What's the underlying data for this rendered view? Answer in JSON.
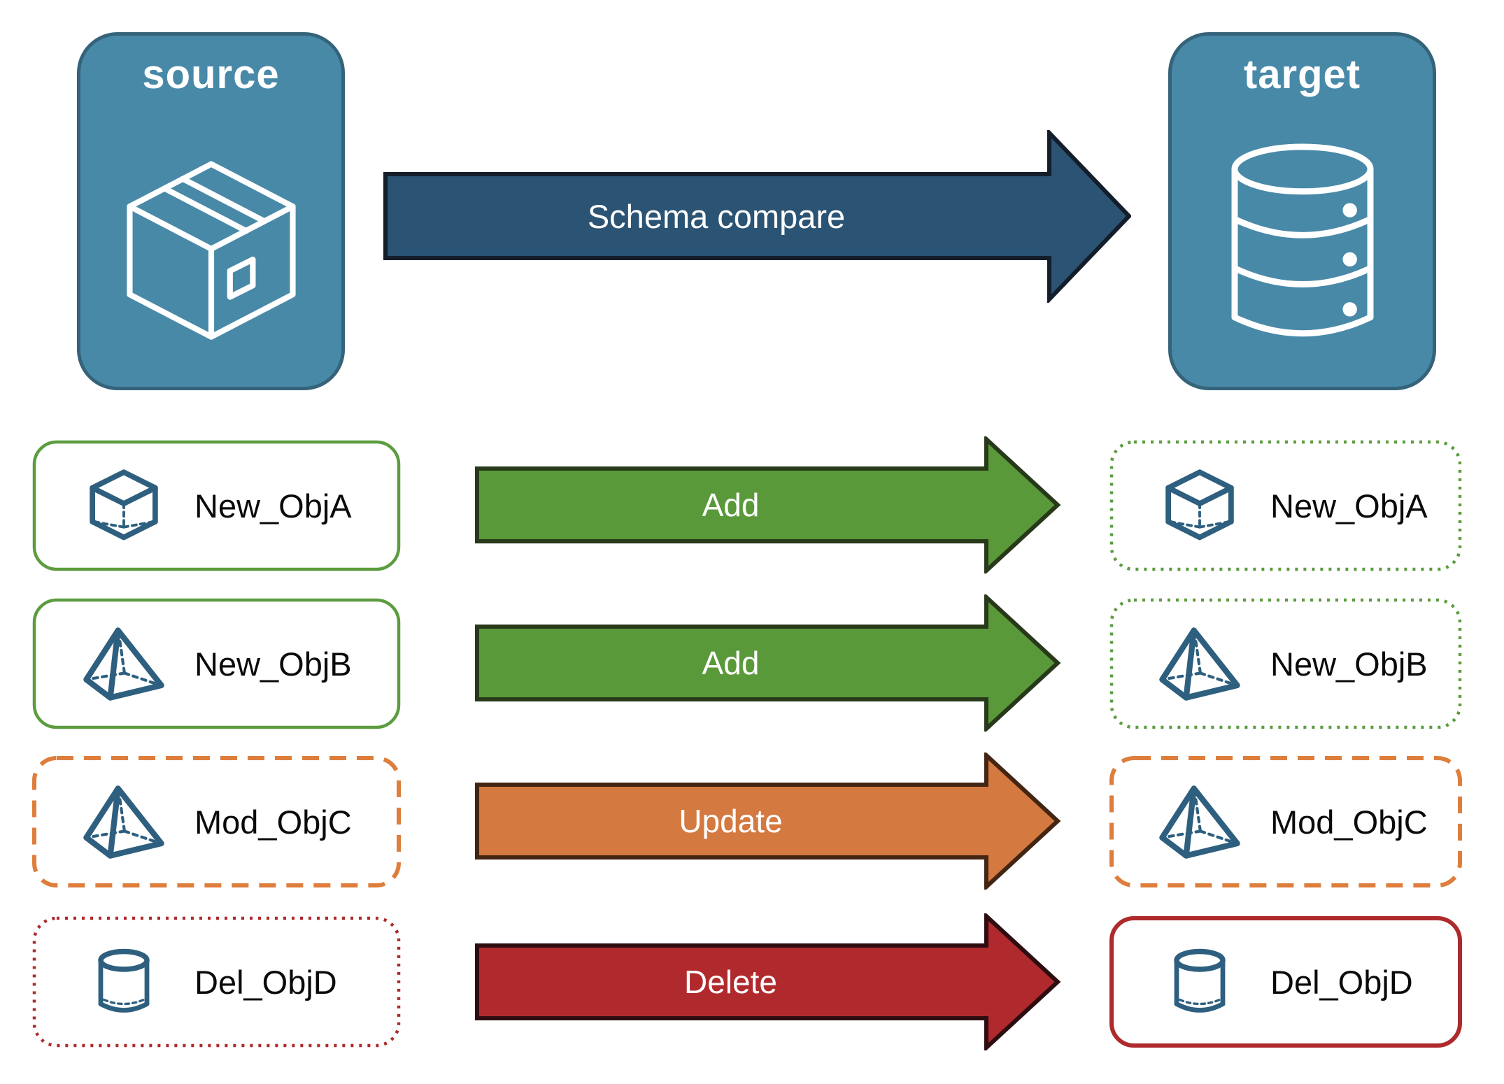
{
  "nodes": {
    "source": {
      "title": "source",
      "icon": "package-icon"
    },
    "target": {
      "title": "target",
      "icon": "database-icon"
    }
  },
  "main_arrow": {
    "label": "Schema compare"
  },
  "rows": [
    {
      "left": {
        "label": "New_ObjA",
        "icon": "cube-icon",
        "border_style": "solid-green"
      },
      "arrow": {
        "label": "Add",
        "action": "add"
      },
      "right": {
        "label": "New_ObjA",
        "icon": "cube-icon",
        "border_style": "dotted-green"
      }
    },
    {
      "left": {
        "label": "New_ObjB",
        "icon": "pyramid-icon",
        "border_style": "solid-green"
      },
      "arrow": {
        "label": "Add",
        "action": "add"
      },
      "right": {
        "label": "New_ObjB",
        "icon": "pyramid-icon",
        "border_style": "dotted-green"
      }
    },
    {
      "left": {
        "label": "Mod_ObjC",
        "icon": "pyramid-icon",
        "border_style": "dashed-orange"
      },
      "arrow": {
        "label": "Update",
        "action": "update"
      },
      "right": {
        "label": "Mod_ObjC",
        "icon": "pyramid-icon",
        "border_style": "dashed-orange"
      }
    },
    {
      "left": {
        "label": "Del_ObjD",
        "icon": "cylinder-icon",
        "border_style": "dotted-red"
      },
      "arrow": {
        "label": "Delete",
        "action": "delete"
      },
      "right": {
        "label": "Del_ObjD",
        "icon": "cylinder-icon",
        "border_style": "solid-red"
      }
    }
  ],
  "colors": {
    "canvas-bg": "#ffffff",
    "node-fill": "#4889a8",
    "node-border": "#35647a",
    "schema-fill": "#2b5373",
    "schema-stroke": "#141e2a",
    "add-fill": "#5a9939",
    "add-stroke": "#27391a",
    "update-fill": "#d4793f",
    "update-stroke": "#422512",
    "delete-fill": "#b02a2d",
    "delete-stroke": "#2e0d10",
    "green-border": "#5c9c3f",
    "orange-border": "#de7e3c",
    "red-border": "#ae2a2c",
    "icon-blue": "#2e5f7f",
    "label-color": "#0a0a0a",
    "arrow-label-color": "#ffffff"
  }
}
